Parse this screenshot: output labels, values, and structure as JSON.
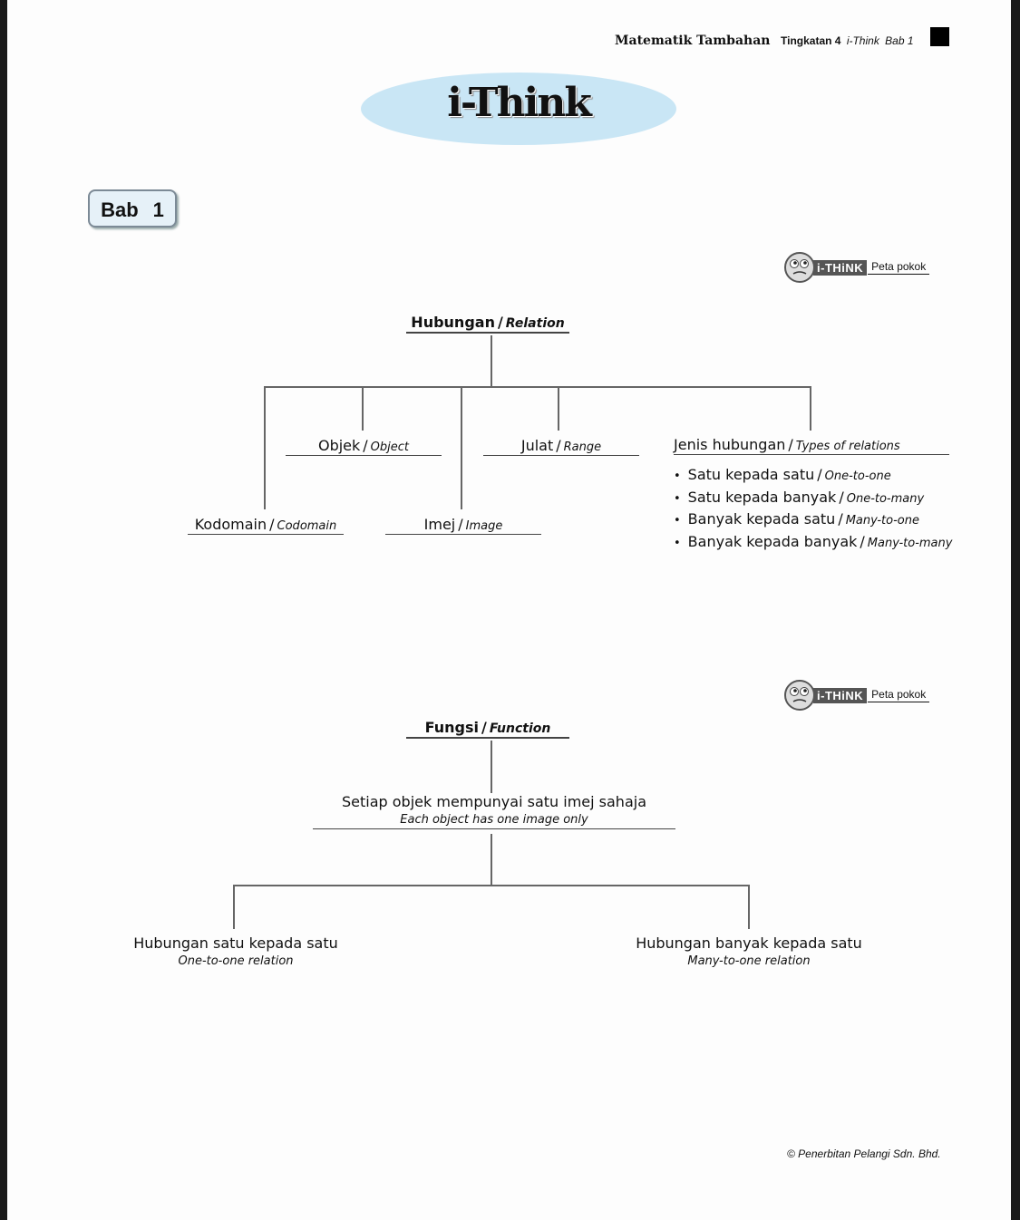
{
  "header": {
    "book_title": "Matematik Tambahan",
    "form": "Tingkatan 4",
    "section": "i-Think",
    "chapter": "Bab 1"
  },
  "title": "i-Think",
  "chapter_badge": {
    "label": "Bab",
    "number": "1"
  },
  "ithink_badge": {
    "tag": "i-THiNK",
    "map_type": "Peta pokok"
  },
  "relation_map": {
    "root": {
      "main": "Hubungan",
      "sep": "/",
      "en": "Relation"
    },
    "object": {
      "main": "Objek",
      "sep": "/",
      "en": "Object"
    },
    "range": {
      "main": "Julat",
      "sep": "/",
      "en": "Range"
    },
    "codomain": {
      "main": "Kodomain",
      "sep": "/",
      "en": "Codomain"
    },
    "image": {
      "main": "Imej",
      "sep": "/",
      "en": "Image"
    },
    "types": {
      "main": "Jenis hubungan",
      "sep": "/",
      "en": "Types of relations"
    },
    "type_items": [
      {
        "main": "Satu kepada satu",
        "sep": "/",
        "en": "One-to-one"
      },
      {
        "main": "Satu kepada banyak",
        "sep": "/",
        "en": "One-to-many"
      },
      {
        "main": "Banyak kepada satu",
        "sep": "/",
        "en": "Many-to-one"
      },
      {
        "main": "Banyak kepada banyak",
        "sep": "/",
        "en": "Many-to-many"
      }
    ]
  },
  "function_map": {
    "root": {
      "main": "Fungsi",
      "sep": "/",
      "en": "Function"
    },
    "definition": {
      "main": "Setiap objek mempunyai satu imej sahaja",
      "en": "Each object has one image only"
    },
    "left": {
      "main": "Hubungan satu kepada satu",
      "en": "One-to-one relation"
    },
    "right": {
      "main": "Hubungan banyak kepada satu",
      "en": "Many-to-one relation"
    }
  },
  "footer": {
    "copyright": "© Penerbitan Pelangi Sdn. Bhd."
  }
}
